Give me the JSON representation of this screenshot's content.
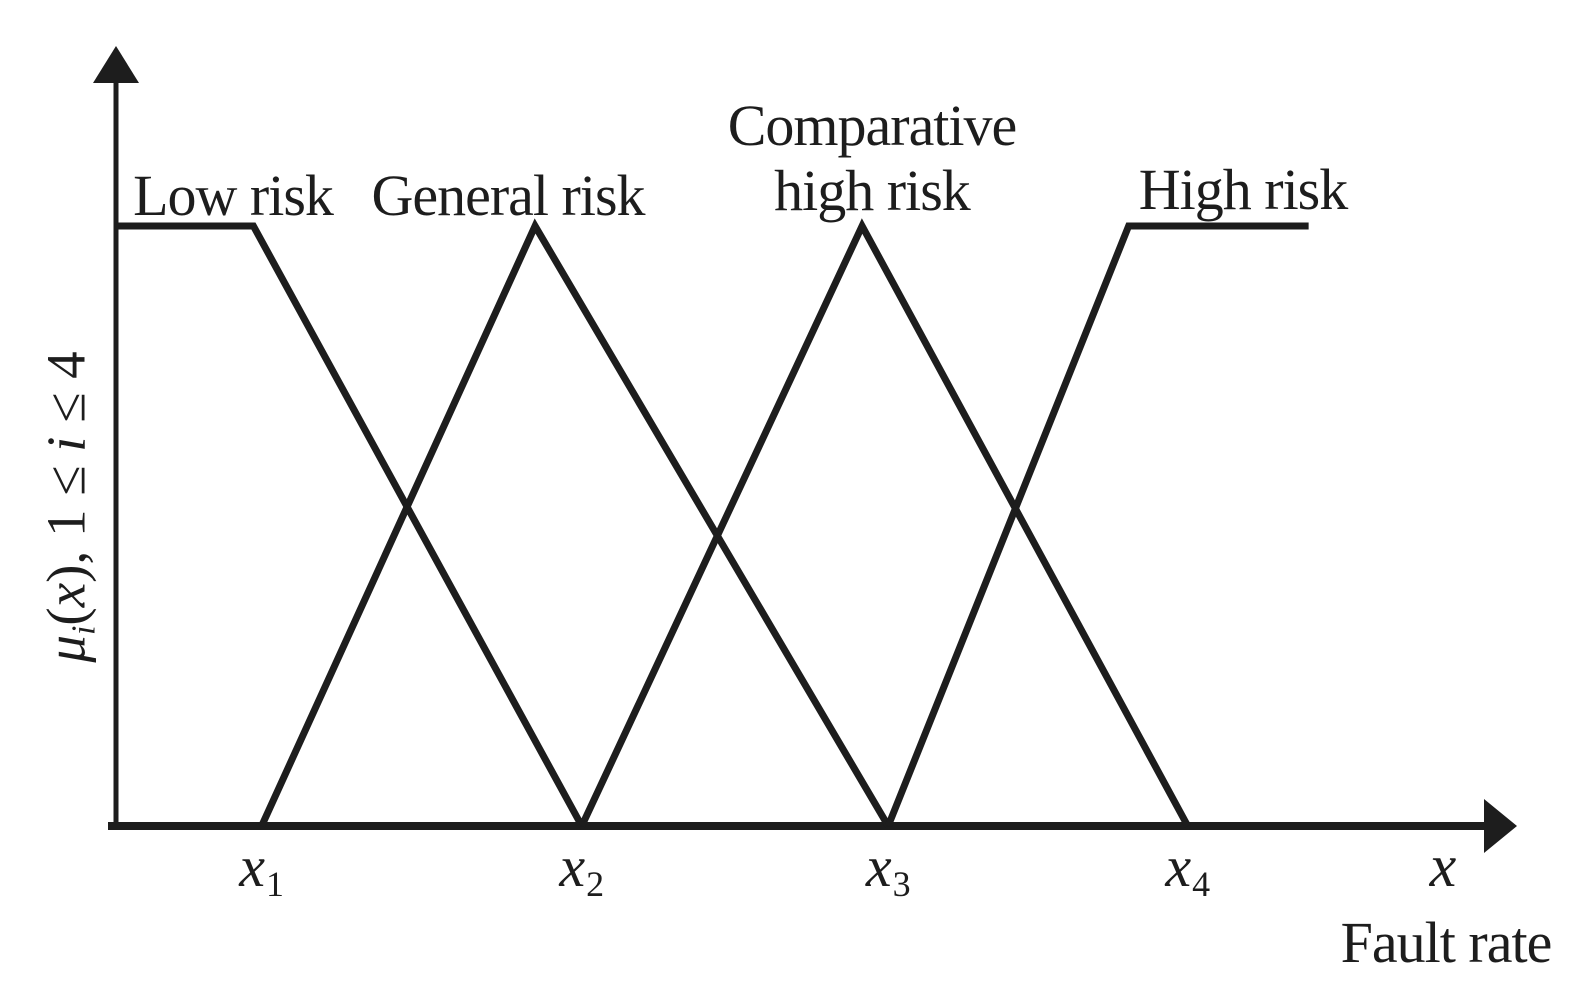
{
  "figure": {
    "background": "#ffffff",
    "ink_color": "#1d1d1d"
  },
  "chart_data": {
    "type": "line",
    "title": "",
    "xlabel": "x",
    "x_caption": "Fault rate",
    "ylabel": "μi(x), 1 ≤ i ≤ 4",
    "grid": false,
    "legend": "labels-above-curves",
    "xlim": [
      0,
      1
    ],
    "ylim": [
      0,
      1
    ],
    "x_ticks": [
      {
        "base": "x",
        "sub": "1",
        "pos": 0.106
      },
      {
        "base": "x",
        "sub": "2",
        "pos": 0.339
      },
      {
        "base": "x",
        "sub": "3",
        "pos": 0.562
      },
      {
        "base": "x",
        "sub": "4",
        "pos": 0.78
      }
    ],
    "series": [
      {
        "name": "Low risk",
        "points": [
          [
            0.0,
            1
          ],
          [
            0.1,
            1
          ],
          [
            0.339,
            0
          ]
        ]
      },
      {
        "name": "General risk",
        "points": [
          [
            0.106,
            0
          ],
          [
            0.305,
            1
          ],
          [
            0.562,
            0
          ]
        ]
      },
      {
        "name": "Comparative high risk",
        "points": [
          [
            0.339,
            0
          ],
          [
            0.543,
            1
          ],
          [
            0.78,
            0
          ]
        ]
      },
      {
        "name": "High risk",
        "points": [
          [
            0.562,
            0
          ],
          [
            0.737,
            1
          ],
          [
            0.868,
            1
          ]
        ]
      }
    ]
  },
  "labels": {
    "low": "Low risk",
    "general": "General risk",
    "comparative_line1": "Comparative",
    "comparative_line2": "high risk",
    "high": "High risk",
    "x_var": "x",
    "x_caption": "Fault rate",
    "y_label_parts": [
      {
        "t": "μ",
        "style": "italic"
      },
      {
        "t": "i",
        "style": "subitalic"
      },
      {
        "t": "(",
        "style": "plain"
      },
      {
        "t": "x",
        "style": "italic"
      },
      {
        "t": "), 1 ≤ ",
        "style": "plain"
      },
      {
        "t": "i",
        "style": "italic"
      },
      {
        "t": " ≤ 4",
        "style": "plain"
      }
    ]
  }
}
